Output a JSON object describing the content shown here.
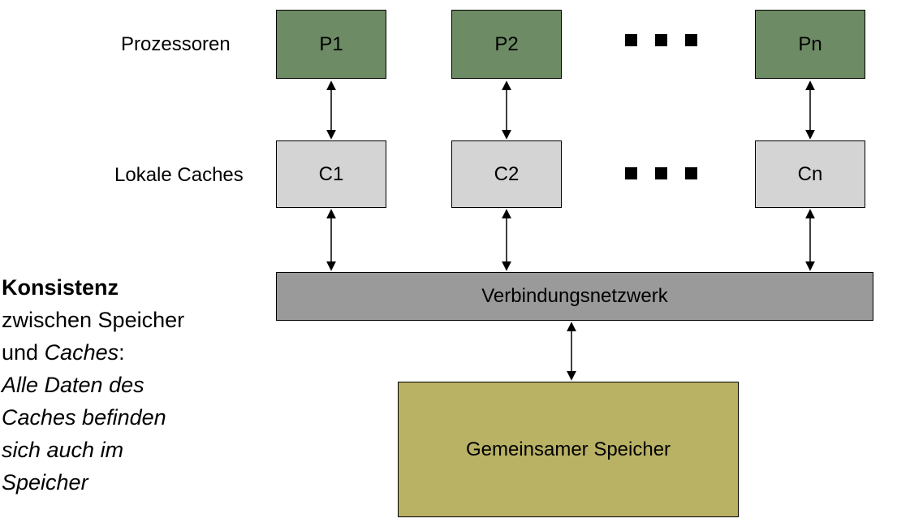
{
  "rows": {
    "processors_label": "Prozessoren",
    "caches_label": "Lokale Caches"
  },
  "processors": [
    "P1",
    "P2",
    "Pn"
  ],
  "caches": [
    "C1",
    "C2",
    "Cn"
  ],
  "network_label": "Verbindungsnetzwerk",
  "memory_label": "Gemeinsamer Speicher",
  "note": {
    "line1_bold": "Konsistenz",
    "line2": "zwischen Speicher",
    "line3_pre": "und ",
    "line3_italic": "Caches",
    "line3_post": ":",
    "italic_line1": "Alle Daten des",
    "italic_line2": "Caches befinden",
    "italic_line3": "sich auch im",
    "italic_line4": "Speicher"
  },
  "colors": {
    "processor_fill": "#6d8b64",
    "cache_fill": "#d4d4d4",
    "network_fill": "#9a9a9a",
    "memory_fill": "#b9b164",
    "arrow": "#000000"
  }
}
